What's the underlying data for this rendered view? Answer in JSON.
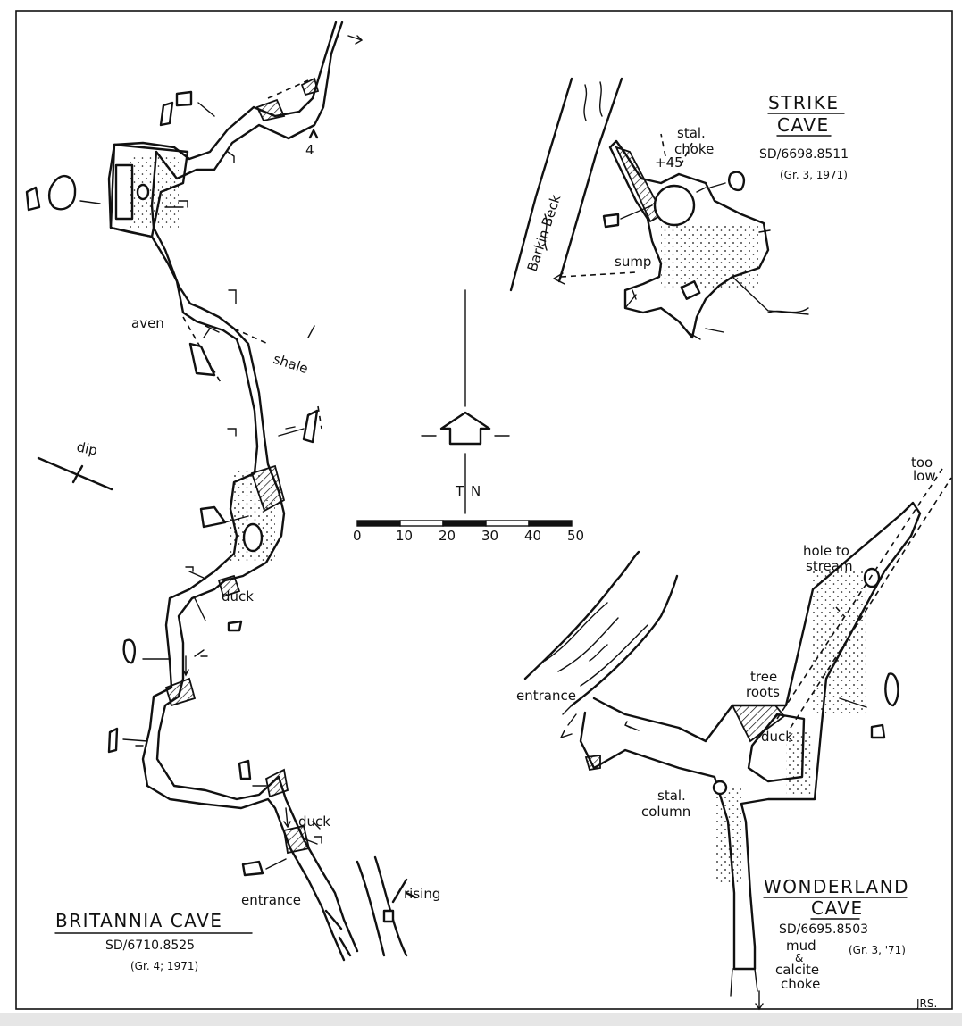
{
  "britannia": {
    "title": "BRITANNIA  CAVE",
    "grid_ref": "SD/6710.8525",
    "grade": "(Gr. 4; 1971)",
    "labels": {
      "aven": "aven",
      "shale": "shale",
      "dip": "dip",
      "duck_upper": "duck",
      "duck_lower": "duck",
      "entrance": "entrance",
      "rising": "rising",
      "marker": "4"
    }
  },
  "strike": {
    "title_line1": "STRIKE",
    "title_line2": "CAVE",
    "grid_ref": "SD/6698.8511",
    "grade": "(Gr. 3, 1971)",
    "labels": {
      "stal_choke_1": "stal.",
      "stal_choke_2": "choke",
      "height": "+45",
      "sump": "sump",
      "beck": "Barkin Beck"
    }
  },
  "wonderland": {
    "title_line1": "WONDERLAND",
    "title_line2": "CAVE",
    "grid_ref": "SD/6695.8503",
    "grade": "(Gr. 3, '71)",
    "labels": {
      "too_low_1": "too",
      "too_low_2": "low",
      "hole_1": "hole to",
      "hole_2": "stream",
      "tree_1": "tree",
      "tree_2": "roots",
      "duck": "duck",
      "entrance": "entrance",
      "stal_1": "stal.",
      "stal_2": "column",
      "mud_1": "mud",
      "mud_2": "&",
      "mud_3": "calcite",
      "mud_4": "choke"
    }
  },
  "north": {
    "label_t": "T",
    "label_n": "N"
  },
  "scale_bar": {
    "ticks": [
      "0",
      "10",
      "20",
      "30",
      "40",
      "50"
    ],
    "max": 50
  },
  "credit": "JRS."
}
